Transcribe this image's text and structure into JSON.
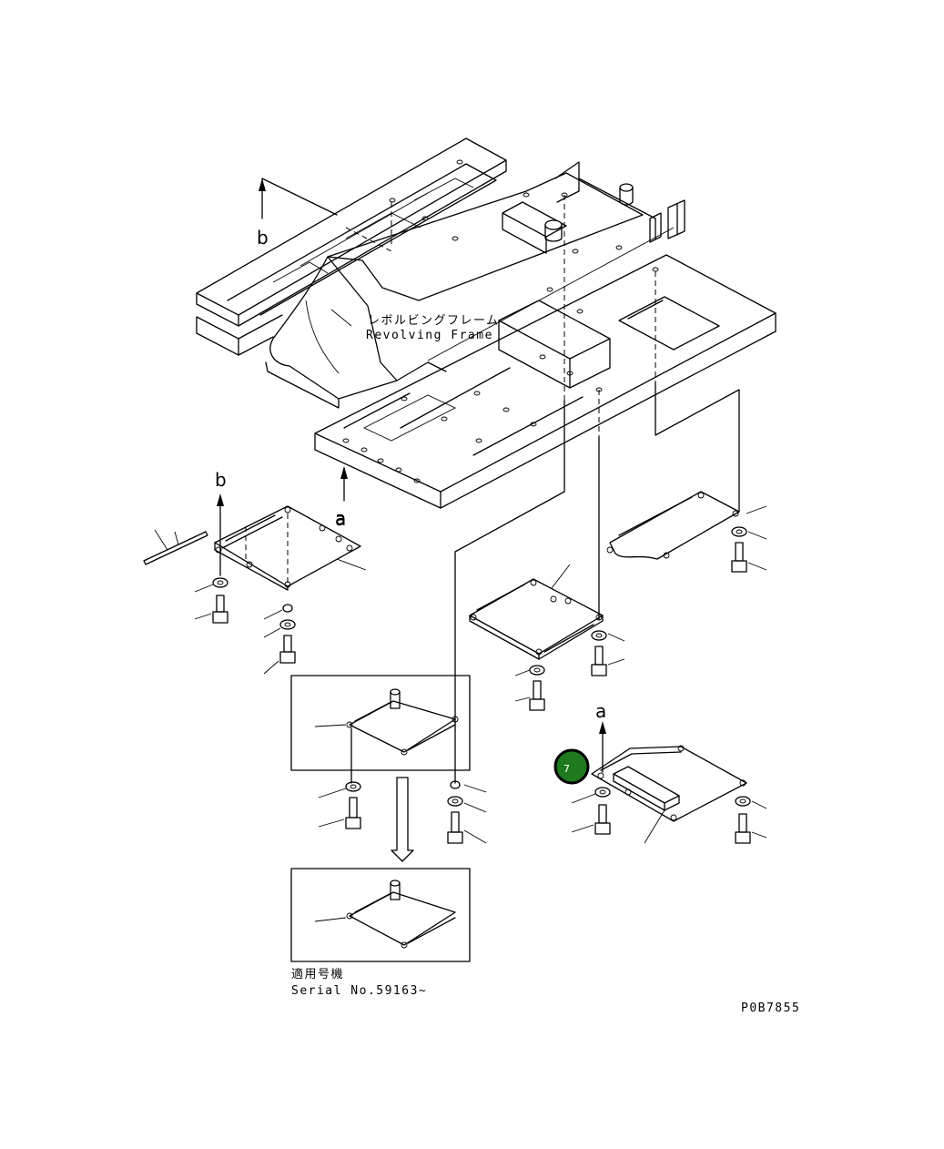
{
  "frame_label_jp": "レボルビングフレーム",
  "frame_label_en": "Revolving Frame",
  "arrow_labels": {
    "b_top": "b",
    "a_frame": "a",
    "b_left": "b",
    "a_left": "a",
    "a_right": "a"
  },
  "serial_label_jp": "適用号機",
  "serial_label_en": "Serial No.59163~",
  "drawing_code": "P0B7855",
  "callout_badge": {
    "number": "7",
    "color": "#1f7a1f"
  }
}
